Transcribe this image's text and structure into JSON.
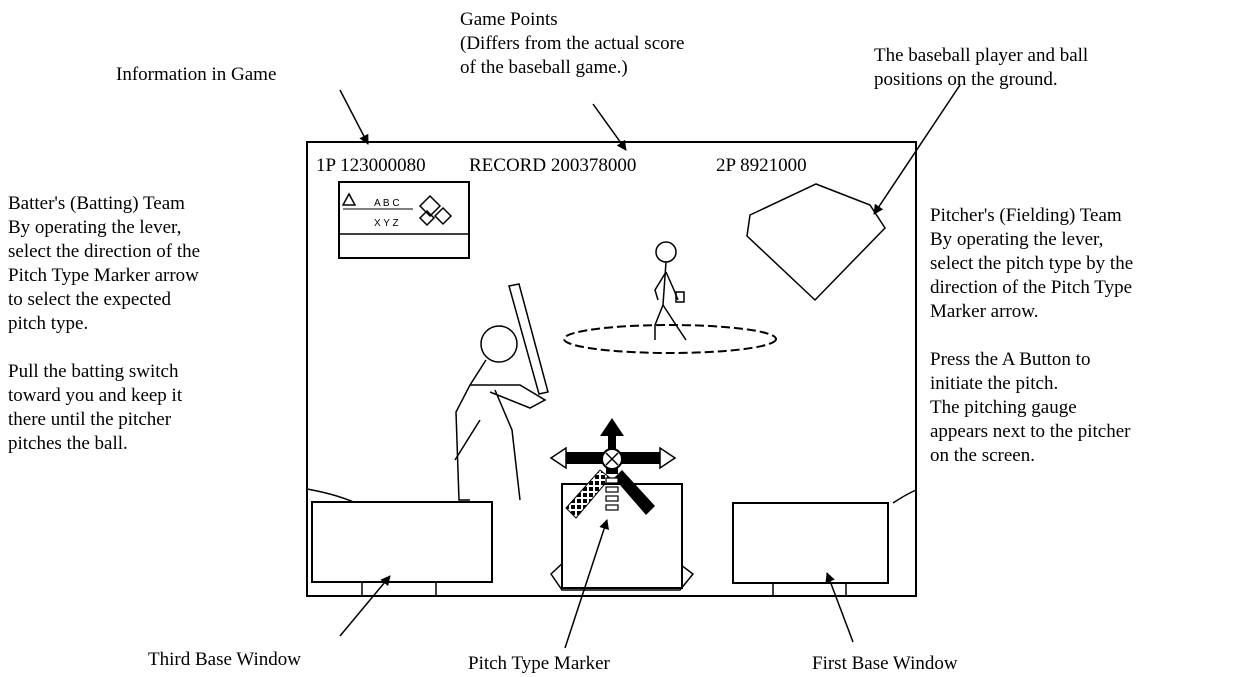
{
  "labels": {
    "info_in_game": "Information in Game",
    "game_points": [
      "Game Points",
      "(Differs from the actual score",
      "of the baseball game.)"
    ],
    "player_positions": [
      "The baseball player and ball",
      "positions on the ground."
    ],
    "third_base_window": "Third Base Window",
    "pitch_type_marker": "Pitch Type Marker",
    "first_base_window": "First Base Window"
  },
  "batter_team": {
    "desc": [
      "Batter's (Batting) Team",
      "By operating the lever,",
      "select the direction of the",
      "Pitch Type Marker arrow",
      "to select the expected",
      "pitch type."
    ],
    "instruction": [
      "Pull the batting switch",
      "toward you and keep it",
      "there until the pitcher",
      "pitches the ball."
    ]
  },
  "pitcher_team": {
    "desc": [
      "Pitcher's (Fielding) Team",
      "By operating the lever,",
      "select the pitch type by the",
      "direction of the Pitch Type",
      "Marker arrow."
    ],
    "instruction": [
      "Press the A Button to",
      "initiate the pitch.",
      "The pitching gauge",
      "appears next to the pitcher",
      "on the screen."
    ]
  },
  "screen": {
    "score_1p": "1P 123000080",
    "record": "RECORD 200378000",
    "score_2p": "2P 8921000",
    "inning_top": "A B C",
    "inning_bottom": "X Y Z"
  }
}
